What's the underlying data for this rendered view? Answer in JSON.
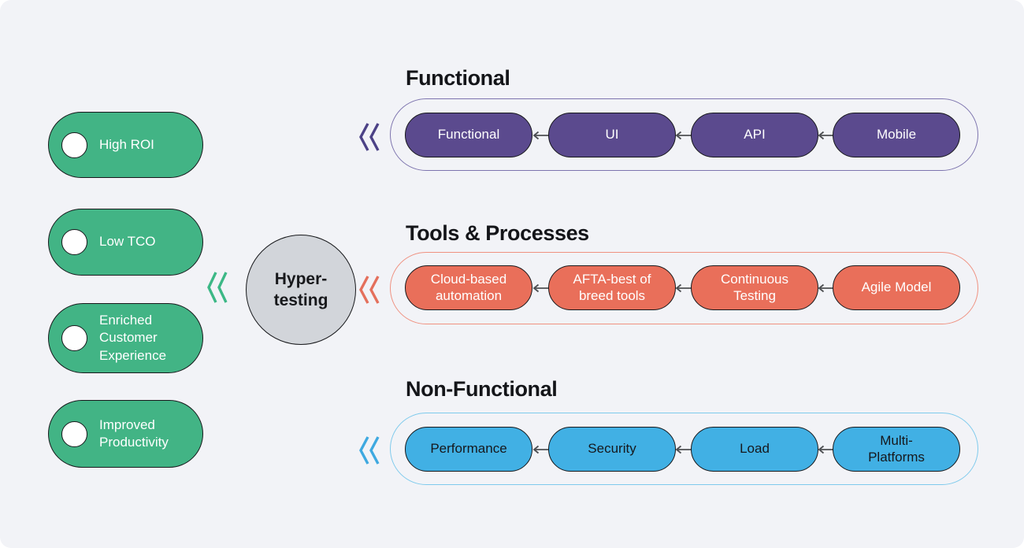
{
  "canvas": {
    "background": "#f2f3f7"
  },
  "heading_color": "#141519",
  "arrow_color": "#4d4f52",
  "benefits": {
    "pill_color": "#42b485",
    "text_color": "#ffffff",
    "chevron_color": "#3cb886",
    "items": [
      "High ROI",
      "Low TCO",
      "Enriched Customer Experience",
      "Improved Productivity"
    ]
  },
  "hub": {
    "label": "Hyper-testing",
    "fill_color": "#d2d5da"
  },
  "groups": [
    {
      "title": "Functional",
      "pill_color": "#5b4a8e",
      "pill_text_color": "#ffffff",
      "outline_color": "#7d74ae",
      "chevron_color": "#4c4286",
      "items": [
        "Functional",
        "UI",
        "API",
        "Mobile"
      ]
    },
    {
      "title": "Tools & Processes",
      "pill_color": "#e96f5a",
      "pill_text_color": "#ffffff",
      "outline_color": "#ef9180",
      "chevron_color": "#e4705c",
      "items": [
        "Cloud-based automation",
        "AFTA-best of breed tools",
        "Continuous Testing",
        "Agile Model"
      ]
    },
    {
      "title": "Non-Functional",
      "pill_color": "#41b0e4",
      "pill_text_color": "#16181c",
      "outline_color": "#7ecaec",
      "chevron_color": "#3fa9e0",
      "items": [
        "Performance",
        "Security",
        "Load",
        "Multi-Platforms"
      ]
    }
  ]
}
